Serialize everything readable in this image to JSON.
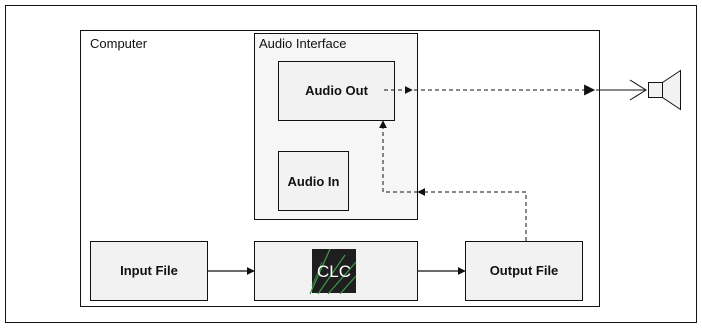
{
  "diagram": {
    "computer_label": "Computer",
    "audio_interface_label": "Audio Interface",
    "audio_out_label": "Audio Out",
    "audio_in_label": "Audio In",
    "input_file_label": "Input File",
    "clc_label": "CLC",
    "output_file_label": "Output File",
    "speaker_icon": "speaker-icon",
    "colors": {
      "box_fill": "#f2f2f2",
      "interface_fill": "#f6f6f6",
      "line": "#111111",
      "clc_logo_bg": "#1e1e1e",
      "clc_logo_accent": "#3c9a4a"
    }
  }
}
